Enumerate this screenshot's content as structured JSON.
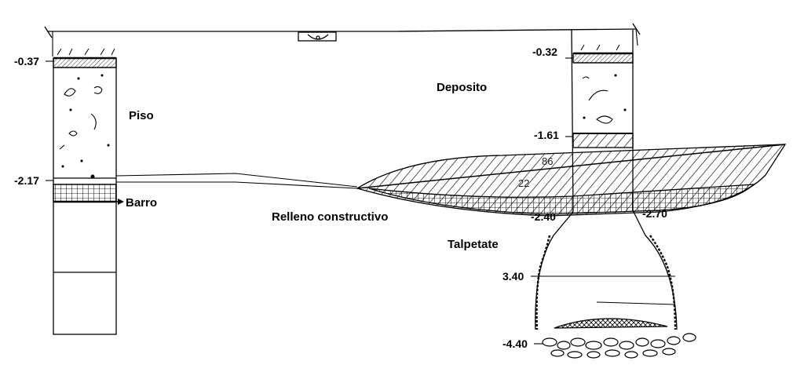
{
  "labels": {
    "piso": "Piso",
    "barro": "Barro",
    "deposito": "Deposito",
    "relleno": "Relleno constructivo",
    "talpetate": "Talpetate"
  },
  "elevations": {
    "left_top": "-0.37",
    "left_mid": "-2.17",
    "right_top": "-0.32",
    "right_mid": "-1.61",
    "right_low_left": "-2.40",
    "right_low_right": "-2.70",
    "pit_mid": "3.40",
    "pit_bottom": "-4.40"
  },
  "sketch_marks": {
    "mark_a": "86",
    "mark_b": "22"
  }
}
